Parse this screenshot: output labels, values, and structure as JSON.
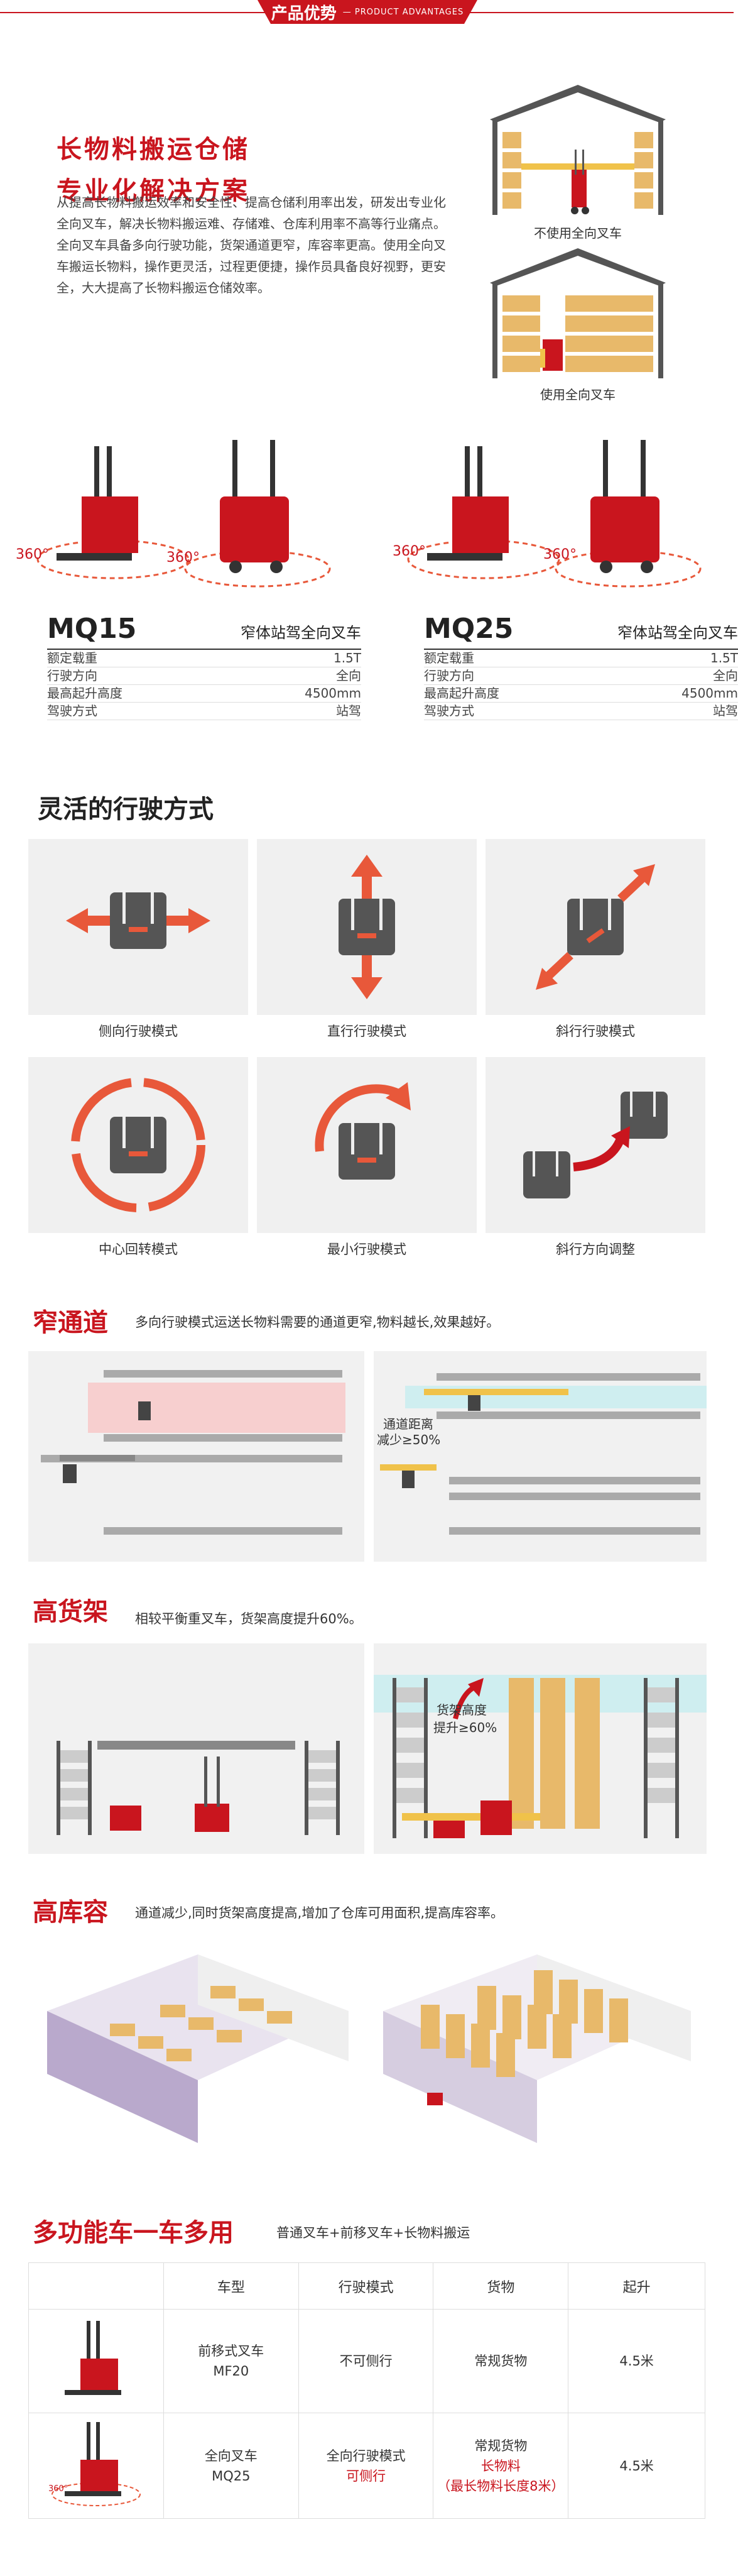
{
  "banner": {
    "title_cn": "产品优势",
    "title_en": "— PRODUCT ADVANTAGES"
  },
  "intro": {
    "title_line1": "长物料搬运仓储",
    "title_line2": "专业化解决方案",
    "paragraph": "从提高长物料搬运效率和安全性、提高仓储利用率出发，研发出专业化全向叉车，解决长物料搬运难、存储难、仓库利用率不高等行业痛点。全向叉车具备多向行驶功能，货架通道更窄，库容率更高。使用全向叉车搬运长物料，操作更灵活，过程更便捷，操作员具备良好视野，更安全，大大提高了长物料搬运仓储效率。",
    "caption_without": "不使用全向叉车",
    "caption_with": "使用全向叉车"
  },
  "badges": {
    "deg": "360°"
  },
  "models": [
    {
      "code": "MQ15",
      "name": "窄体站驾全向叉车",
      "specs": [
        {
          "label": "额定载重",
          "value": "1.5T"
        },
        {
          "label": "行驶方向",
          "value": "全向"
        },
        {
          "label": "最高起升高度",
          "value": "4500mm"
        },
        {
          "label": "驾驶方式",
          "value": "站驾"
        }
      ]
    },
    {
      "code": "MQ25",
      "name": "窄体站驾全向叉车",
      "specs": [
        {
          "label": "额定载重",
          "value": "1.5T"
        },
        {
          "label": "行驶方向",
          "value": "全向"
        },
        {
          "label": "最高起升高度",
          "value": "4500mm"
        },
        {
          "label": "驾驶方式",
          "value": "站驾"
        }
      ]
    }
  ],
  "driving": {
    "title": "灵活的行驶方式",
    "modes": [
      "侧向行驶模式",
      "直行行驶模式",
      "斜行行驶模式",
      "中心回转模式",
      "最小行驶模式",
      "斜行方向调整"
    ]
  },
  "narrow": {
    "title": "窄通道",
    "desc": "多向行驶模式运送长物料需要的通道更窄,物料越长,效果越好。",
    "note_line1": "通道距离",
    "note_line2": "减少≥50%"
  },
  "high_rack": {
    "title": "高货架",
    "desc": "相较平衡重叉车，货架高度提升60%。",
    "note_line1": "货架高度",
    "note_line2": "提升≥60%"
  },
  "capacity": {
    "title": "高库容",
    "desc": "通道减少,同时货架高度提高,增加了仓库可用面积,提高库容率。"
  },
  "multi": {
    "title": "多功能车一车多用",
    "desc": "普通叉车+前移叉车+长物料搬运",
    "headers": [
      "",
      "车型",
      "行驶模式",
      "货物",
      "起升"
    ],
    "row1": {
      "model_line1": "前移式叉车",
      "model_line2": "MF20",
      "mode": "不可侧行",
      "cargo": "常规货物",
      "lift": "4.5米"
    },
    "row2": {
      "model_line1": "全向叉车",
      "model_line2": "MQ25",
      "mode_line1": "全向行驶模式",
      "mode_line2": "可侧行",
      "cargo_line1": "常规货物",
      "cargo_line2": "长物料",
      "cargo_line3": "（最长物料长度8米）",
      "lift": "4.5米"
    }
  },
  "colors": {
    "brand_red": "#c9151e",
    "accent_orange": "#e8583a",
    "panel_gray": "#f1f1f1",
    "lane_pink": "#f7cfcf",
    "lane_cyan": "#cfeef0"
  }
}
